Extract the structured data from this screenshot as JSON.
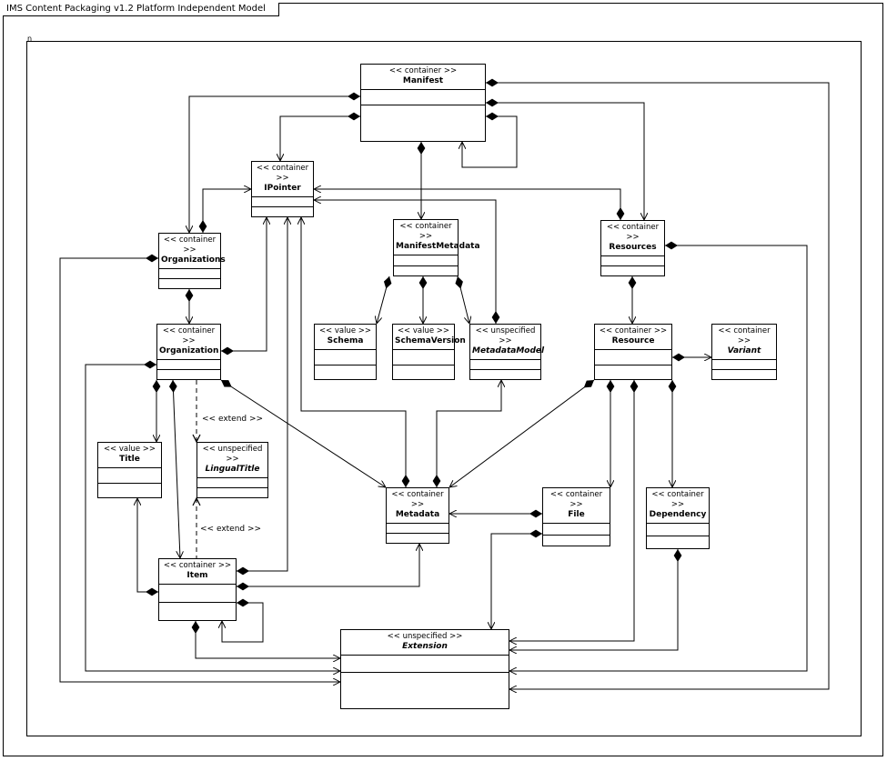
{
  "frame_title": "IMS Content Packaging v1.2 Platform Independent Model",
  "corner_mark": "n",
  "stereotypes": {
    "container": "<< container >>",
    "value": "<< value >>",
    "unspecified": "<< unspecified >>",
    "extend": "<< extend >>"
  },
  "classes": {
    "manifest": {
      "stereotype": "<< container >>",
      "name": "Manifest"
    },
    "ipointer": {
      "stereotype": "<< container >>",
      "name": "IPointer"
    },
    "manifestmetadata": {
      "stereotype": "<< container >>",
      "name": "ManifestMetadata"
    },
    "resources": {
      "stereotype": "<< container >>",
      "name": "Resources"
    },
    "organizations": {
      "stereotype": "<< container >>",
      "name": "Organizations"
    },
    "schema": {
      "stereotype": "<< value >>",
      "name": "Schema"
    },
    "schemaversion": {
      "stereotype": "<< value >>",
      "name": "SchemaVersion"
    },
    "metadatamodel": {
      "stereotype": "<< unspecified >>",
      "name": "MetadataModel"
    },
    "organization": {
      "stereotype": "<< container >>",
      "name": "Organization"
    },
    "resource": {
      "stereotype": "<< container >>",
      "name": "Resource"
    },
    "variant": {
      "stereotype": "<< container >>",
      "name": "Variant"
    },
    "title": {
      "stereotype": "<< value >>",
      "name": "Title"
    },
    "lingualtitle": {
      "stereotype": "<< unspecified >>",
      "name": "LingualTitle"
    },
    "metadata": {
      "stereotype": "<< container >>",
      "name": "Metadata"
    },
    "file": {
      "stereotype": "<< container >>",
      "name": "File"
    },
    "dependency": {
      "stereotype": "<< container >>",
      "name": "Dependency"
    },
    "item": {
      "stereotype": "<< container >>",
      "name": "Item"
    },
    "extension": {
      "stereotype": "<< unspecified >>",
      "name": "Extension"
    }
  },
  "extend_labels": {
    "first": "<< extend >>",
    "second": "<< extend >>"
  }
}
